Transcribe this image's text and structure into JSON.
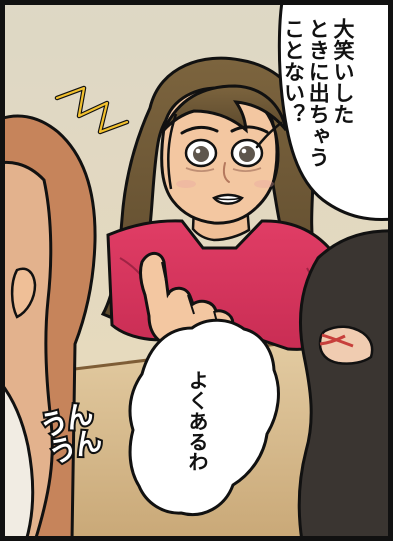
{
  "panel": {
    "bubble_top_text": "大笑いした\nときに出ちゃう\nことない？",
    "bubble_bottom_text": "よくあるわ",
    "sfx_text": "うんうん"
  },
  "colors": {
    "shirt": "#d6335f",
    "hair": "#6a5532",
    "skin": "#f3c7a1",
    "background": "#e7d4ac",
    "table": "#d1b586",
    "accent": "#f2c12e",
    "outline": "#111111"
  }
}
